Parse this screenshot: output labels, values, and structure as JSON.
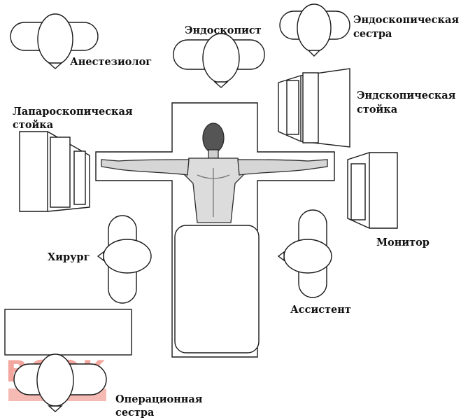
{
  "labels": {
    "anesthesiologist": "Анестезиолог",
    "endoscopist": "Эндоскопист",
    "endo_nurse_1": "Эндоскопическая",
    "endo_nurse_2": "сестра",
    "endo_rack_1": "Эндскопическая",
    "endo_rack_2": "стойка",
    "lap_rack_1": "Лапароскопическая",
    "lap_rack_2": "стойка",
    "monitor": "Монитор",
    "surgeon": "Хирург",
    "assistant": "Ассистент",
    "or_nurse_1": "Операционная",
    "or_nurse_2": "сестра"
  },
  "watermark": {
    "text": "BOOK",
    "color": "#f08a80"
  },
  "colors": {
    "line": "#1a1a1a",
    "fill": "#ffffff"
  }
}
